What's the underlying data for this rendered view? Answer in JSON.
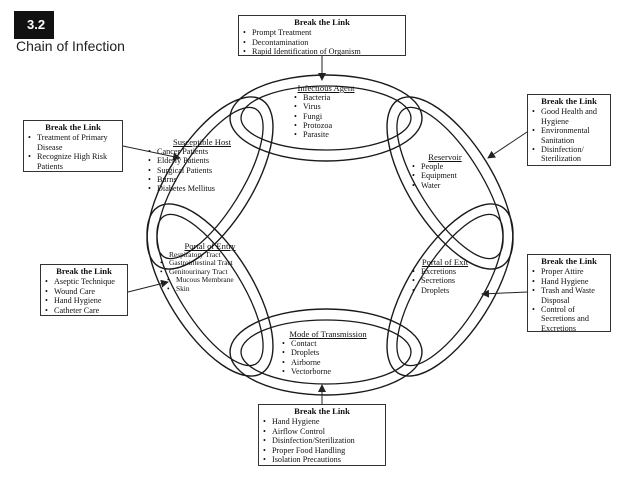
{
  "slide": {
    "number": "3.2",
    "title": "Chain of Infection"
  },
  "links": {
    "infectious_agent": {
      "heading": "Infectious Agent",
      "items": [
        "Bacteria",
        "Virus",
        "Fungi",
        "Protozoa",
        "Parasite"
      ]
    },
    "reservoir": {
      "heading": "Reservoir",
      "items": [
        "People",
        "Equipment",
        "Water"
      ]
    },
    "portal_of_exit": {
      "heading": "Portal of Exit",
      "items": [
        "Excretions",
        "Secretions",
        "Droplets"
      ]
    },
    "mode_of_transmission": {
      "heading": "Mode of Transmission",
      "items": [
        "Contact",
        "Droplets",
        "Airborne",
        "Vectorborne"
      ]
    },
    "portal_of_entry": {
      "heading": "Portal of Entry",
      "items": [
        "Respiratory Tract",
        "Gastrointestinal Tract",
        "Genitourinary Tract",
        "Mucous Membrane",
        "Skin"
      ]
    },
    "susceptible_host": {
      "heading": "Susceptible Host",
      "items": [
        "Cancer Patients",
        "Elderly Patients",
        "Surgical Patients",
        "Burns",
        "Diabetes Mellitus"
      ]
    }
  },
  "break_boxes": {
    "top": {
      "heading": "Break the Link",
      "items": [
        "Prompt Treatment",
        "Decontamination",
        "Rapid Identification of Organism"
      ]
    },
    "right_top": {
      "heading": "Break the Link",
      "items": [
        "Good Health and Hygiene",
        "Environmental Sanitation",
        "Disinfection/ Sterilization"
      ]
    },
    "right_bottom": {
      "heading": "Break the Link",
      "items": [
        "Proper Attire",
        "Hand Hygiene",
        "Trash and Waste Disposal",
        "Control of Secretions and Excretions"
      ]
    },
    "bottom": {
      "heading": "Break the Link",
      "items": [
        "Hand Hygiene",
        "Airflow Control",
        "Disinfection/Sterilization",
        "Proper Food Handling",
        "Isolation Precautions"
      ]
    },
    "left_bottom": {
      "heading": "Break the Link",
      "items": [
        "Aseptic Technique",
        "Wound Care",
        "Hand Hygiene",
        "Catheter Care"
      ]
    },
    "left_top": {
      "heading": "Break the Link",
      "items": [
        "Treatment of Primary Disease",
        "Recognize High Risk Patients"
      ]
    }
  }
}
